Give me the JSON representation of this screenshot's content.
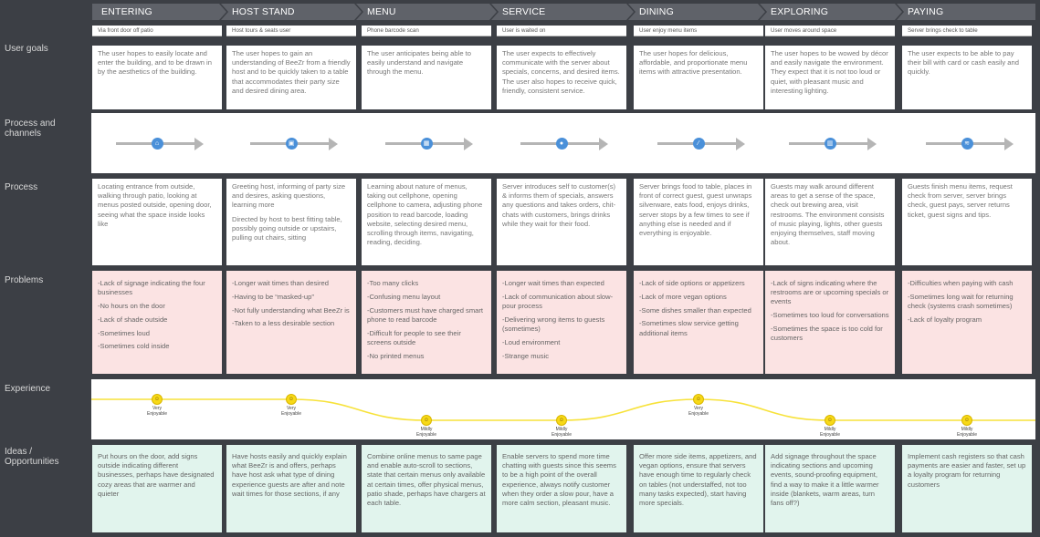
{
  "stages": [
    {
      "label": "ENTERING",
      "header": "Via front door off patio"
    },
    {
      "label": "HOST STAND",
      "header": "Host tours & seats user"
    },
    {
      "label": "MENU",
      "header": "Phone barcode scan"
    },
    {
      "label": "SERVICE",
      "header": "User is waited on"
    },
    {
      "label": "DINING",
      "header": "User enjoy menu items"
    },
    {
      "label": "EXPLORING",
      "header": "User moves around space"
    },
    {
      "label": "PAYING",
      "header": "Server brings check to table"
    }
  ],
  "row_labels": {
    "user_goals": "User goals",
    "process_channels": "Process and channels",
    "process": "Process",
    "problems": "Problems",
    "experience": "Experience",
    "ideas": "Ideas / Opportunities"
  },
  "user_goals": [
    "The user hopes to easily locate and enter the building, and to be drawn in by the aesthetics of the building.",
    "The user hopes to gain an understanding of BeeZr from a friendly host and to be quickly taken to a table that accommodates their party size and desired dining area.",
    "The user anticipates being able to easily understand and navigate through the menu.",
    "The user expects to effectively communicate with the server about specials, concerns, and desired items. The user also hopes to receive quick, friendly, consistent service.",
    "The user hopes for delicious, affordable, and proportionate menu items with attractive presentation.",
    "The user hopes to be wowed by décor and easily navigate the environment. They expect that it is not too loud or quiet, with pleasant music and interesting lighting.",
    "The user expects to be able to pay their bill with card or cash easily and quickly."
  ],
  "channel_icons": [
    "home-icon",
    "host-stand-icon",
    "menu-grid-icon",
    "user-icon",
    "fork-knife-icon",
    "building-icon",
    "payment-icon"
  ],
  "process": [
    [
      "Locating entrance from outside, walking through patio, looking at menus posted outside, opening door, seeing what the space inside looks like"
    ],
    [
      "Greeting host, informing of party size and desires, asking questions, learning more",
      "Directed by host to best fitting table, possibly going outside or upstairs, pulling out chairs, sitting"
    ],
    [
      "Learning about nature of menus, taking out cellphone, opening cellphone to camera, adjusting phone position to read barcode, loading website, selecting desired menu, scrolling through items, navigating, reading, deciding."
    ],
    [
      "Server introduces self to customer(s) & informs them of specials, answers any questions and takes orders, chit-chats with customers, brings drinks while they wait for their food."
    ],
    [
      "Server brings food to table, places in front of correct guest, guest unwraps silverware, eats food, enjoys drinks, server stops by a few times to see if anything else is needed and if everything is enjoyable."
    ],
    [
      "Guests may walk around different areas to get a sense of the space, check out brewing area, visit restrooms. The environment consists of music playing, lights, other guests enjoying themselves, staff moving about."
    ],
    [
      "Guests finish menu items, request check from server, server brings check, guest pays, server returns ticket, guest signs and tips."
    ]
  ],
  "problems": [
    [
      "-Lack of signage indicating the four businesses",
      "-No hours on the door",
      "-Lack of shade outside",
      "-Sometimes loud",
      "-Sometimes cold inside"
    ],
    [
      "-Longer wait times than desired",
      "-Having to be “masked-up”",
      "-Not fully understanding what BeeZr is",
      "-Taken to a less desirable section"
    ],
    [
      "-Too many clicks",
      "-Confusing menu layout",
      "-Customers must have charged smart phone to read barcode",
      "-Difficult for people to see their screens outside",
      "-No printed menus"
    ],
    [
      "-Longer wait times than expected",
      "-Lack of communication about slow-pour process",
      "-Delivering wrong items to guests (sometimes)",
      "-Loud environment",
      "-Strange music"
    ],
    [
      "-Lack of side options or appetizers",
      "-Lack of more vegan options",
      "-Some dishes smaller than expected",
      "-Sometimes slow service getting additional items"
    ],
    [
      "-Lack of signs indicating where the restrooms are or upcoming specials or events",
      "-Sometimes too loud for conversations",
      "-Sometimes the space is too cold for customers"
    ],
    [
      "-Difficulties when paying with cash",
      "-Sometimes long wait for returning check (systems crash sometimes)",
      "-Lack of loyalty program"
    ]
  ],
  "experience": [
    {
      "label": "Very Enjoyable",
      "level": 1.0
    },
    {
      "label": "Very Enjoyable",
      "level": 1.0
    },
    {
      "label": "Mildly Enjoyable",
      "level": 0.0
    },
    {
      "label": "Mildly Enjoyable",
      "level": 0.0
    },
    {
      "label": "Very Enjoyable",
      "level": 1.0
    },
    {
      "label": "Mildly Enjoyable",
      "level": 0.0
    },
    {
      "label": "Mildly Enjoyable",
      "level": 0.0
    }
  ],
  "ideas": [
    "Put hours on the door, add signs outside indicating different businesses, perhaps have designated cozy areas that are warmer and quieter",
    "Have hosts easily and quickly explain what BeeZr is and offers, perhaps have host ask what type of dining experience guests are after and note wait times for those sections, if any",
    "Combine online menus to same page and enable auto-scroll to sections, state that certain menus only available at certain times, offer physical menus, patio shade, perhaps have chargers at each table.",
    "Enable servers to spend more time chatting with guests since this seems to be a high point of the overall experience, always notify customer when they order a slow pour, have a more calm section, pleasant music.",
    "Offer more side items, appetizers, and vegan options, ensure that servers have enough time to regularly check on tables (not understaffed, not too many tasks expected), start having more specials.",
    "Add signage throughout the space indicating sections and upcoming events, sound-proofing equipment, find a way to make it a little warmer inside (blankets, warm areas, turn fans off?)",
    "Implement cash registers so that cash payments are easier and faster, set up a loyalty program for returning customers"
  ],
  "colors": {
    "background": "#3c3f45",
    "stage_bar": "#5f6269",
    "problem_card": "#fbe3e3",
    "idea_card": "#e1f4ed",
    "channel_icon": "#4a90d9",
    "experience_line": "#f7e23a"
  }
}
